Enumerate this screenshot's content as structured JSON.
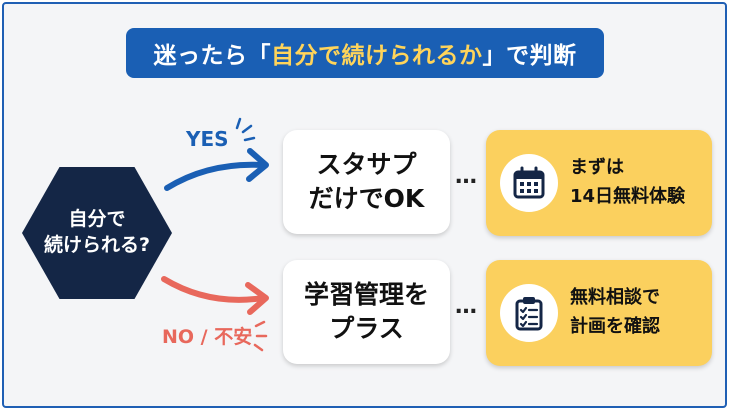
{
  "title": {
    "prefix": "迷ったら「",
    "highlight": "自分で続けられるか",
    "suffix": "」で判断"
  },
  "question": {
    "line1": "自分で",
    "line2": "続けられる?"
  },
  "branches": {
    "yes": {
      "label": "YES",
      "result_line1": "スタサプ",
      "result_line2": "だけでOK",
      "action_line1": "まずは",
      "action_line2": "14日無料体験",
      "icon": "calendar-icon"
    },
    "no": {
      "label": "NO / 不安",
      "result_line1": "学習管理を",
      "result_line2": "プラス",
      "action_line1": "無料相談で",
      "action_line2": "計画を確認",
      "icon": "clipboard-checklist-icon"
    }
  },
  "connector": "…",
  "colors": {
    "title_bg": "#1a5fb4",
    "title_highlight": "#ffd45a",
    "hexagon": "#142646",
    "yes": "#1a5fb4",
    "no": "#e8685c",
    "action_bg": "#fbd05e"
  }
}
